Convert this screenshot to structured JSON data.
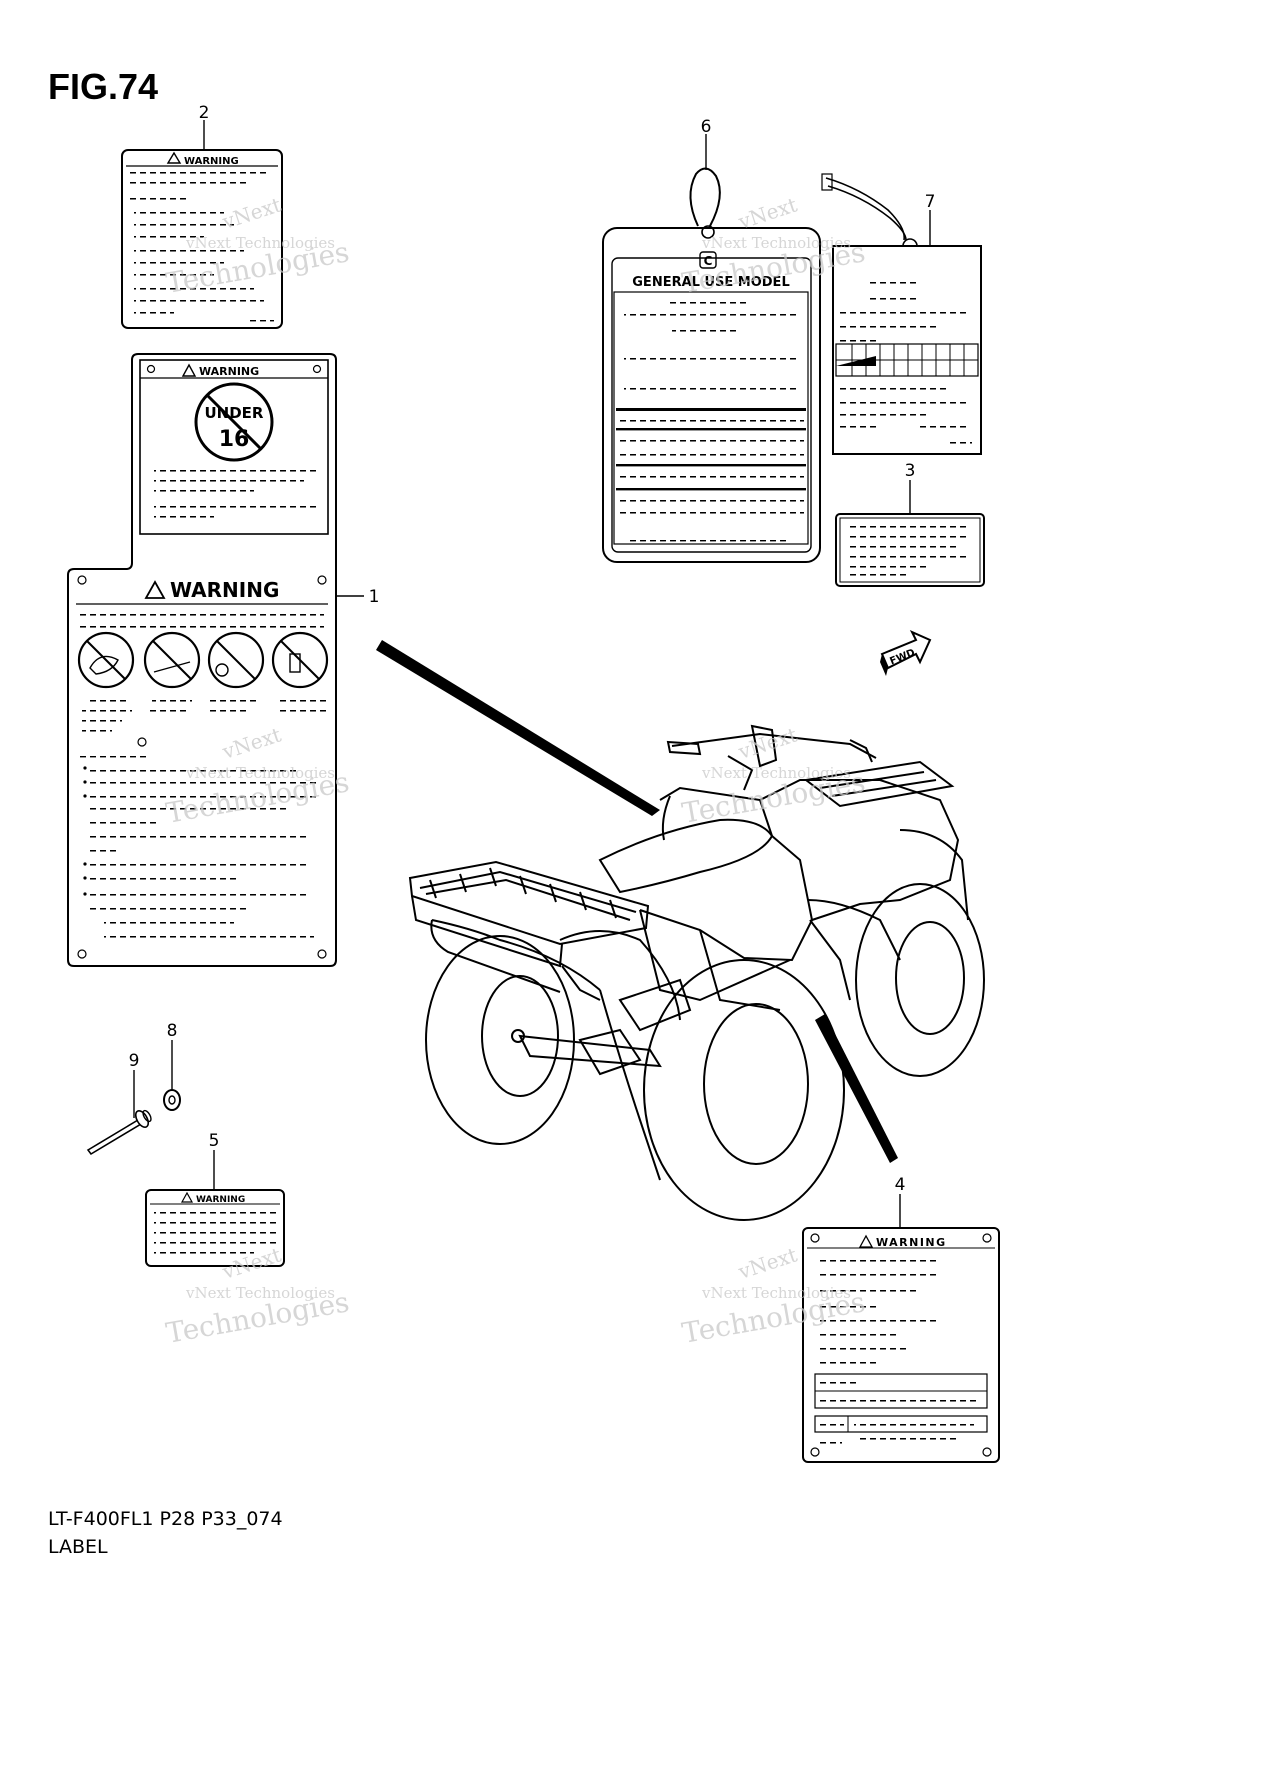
{
  "figure": {
    "title": "FIG.74",
    "model_code": "LT-F400FL1 P28 P33_074",
    "section_name": "LABEL"
  },
  "labels": {
    "warning": "WARNING",
    "under": "UNDER",
    "age": "16",
    "general_use": "GENERAL USE MODEL",
    "fwd": "FWD",
    "tag_letter": "C"
  },
  "watermark": {
    "line1": "vNext",
    "line2": "vNext Technologies",
    "line3": "Technologies"
  },
  "callouts": [
    "1",
    "2",
    "3",
    "4",
    "5",
    "6",
    "7",
    "8",
    "9"
  ],
  "colors": {
    "ink": "#000000",
    "watermark": "#c8c8c8",
    "background": "#ffffff"
  }
}
